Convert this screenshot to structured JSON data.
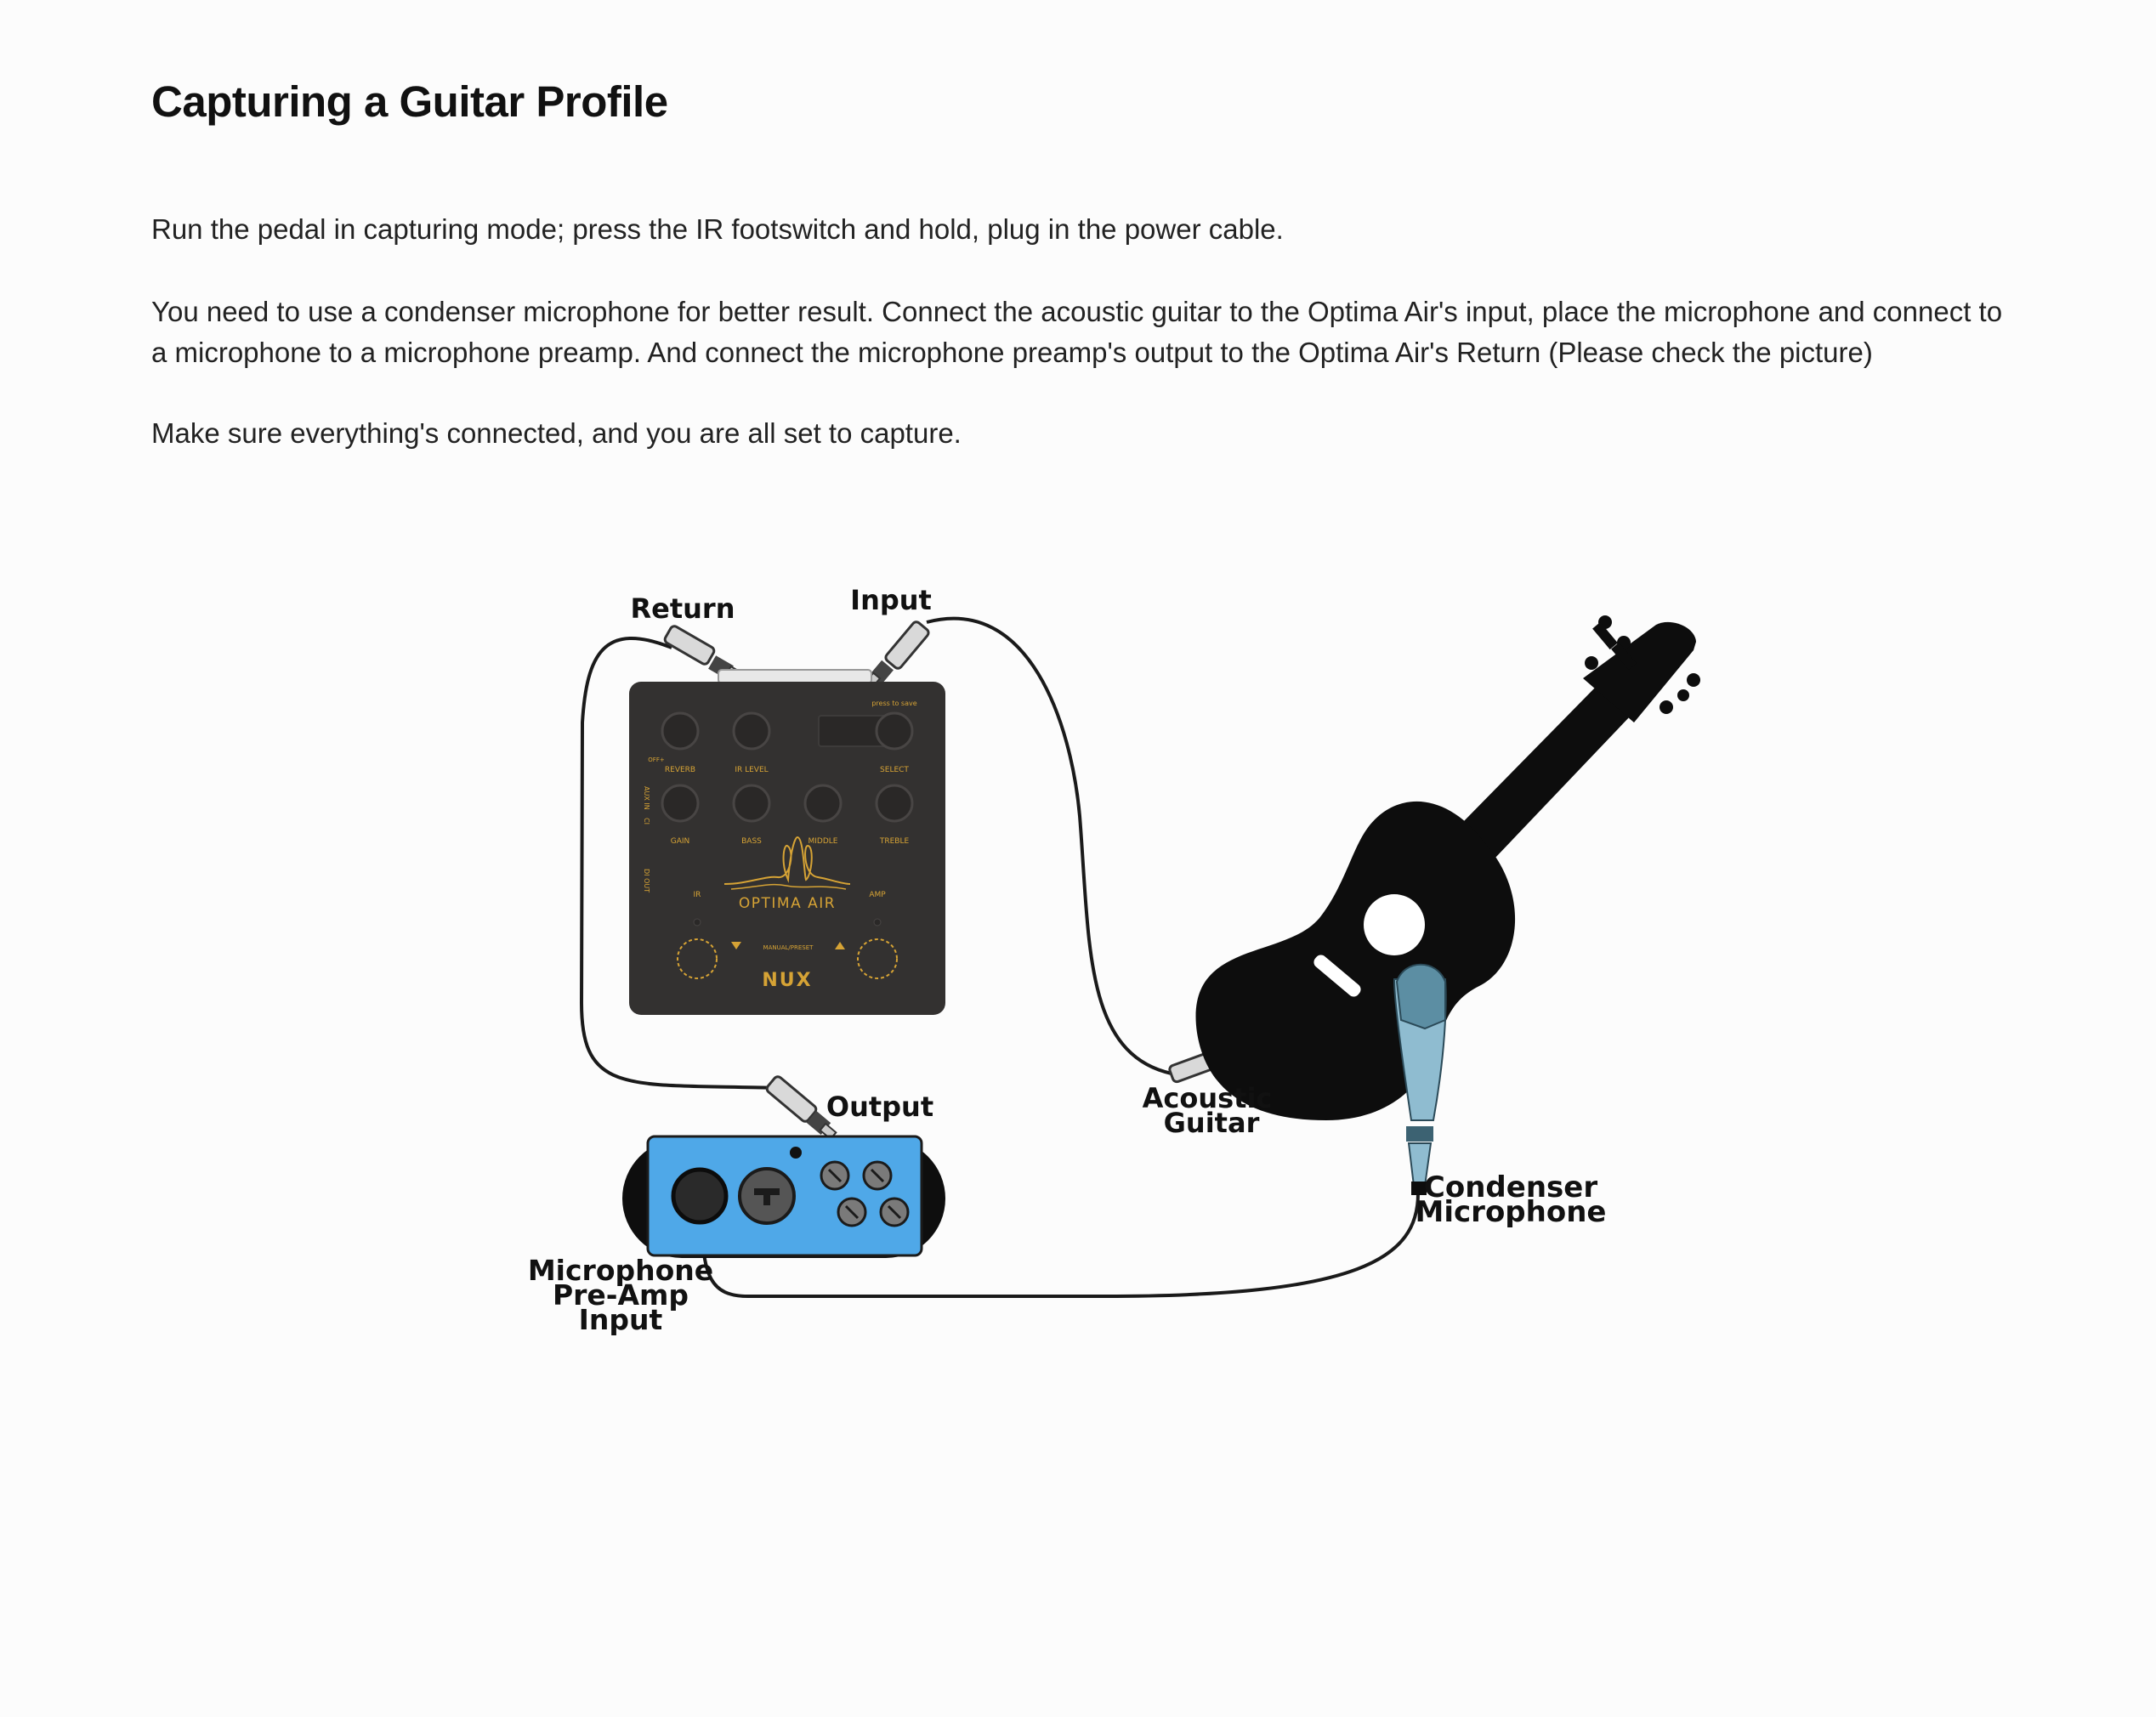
{
  "page": {
    "title": "Capturing a Guitar Profile",
    "paragraphs": [
      "Run the pedal in capturing mode; press the IR footswitch and hold, plug in the power cable.",
      "You need to use a condenser microphone for better result. Connect the acoustic guitar to the Optima Air's input, place the microphone and connect to a microphone to a microphone preamp. And connect the microphone preamp's output to the Optima Air's Return (Please check the picture)",
      "Make sure everything's connected, and you are all set to capture."
    ]
  },
  "diagram": {
    "labels": {
      "return": "Return",
      "input": "Input",
      "output": "Output",
      "acoustic_guitar": [
        "Acoustic",
        "Guitar"
      ],
      "condenser_microphone": [
        "Condenser",
        "Microphone"
      ],
      "preamp_input": [
        "Microphone",
        "Pre-Amp",
        "Input"
      ]
    },
    "pedal": {
      "brand": "NUX",
      "model": "OPTIMA AIR",
      "knob_labels_row1": [
        "REVERB",
        "IR LEVEL",
        "SELECT"
      ],
      "knob_labels_row2": [
        "GAIN",
        "BASS",
        "MIDDLE",
        "TREBLE"
      ],
      "side_labels": [
        "IR",
        "AMP"
      ],
      "footswitch_label": "MANUAL/PRESET",
      "save_hint": "press to save",
      "edge_labels": [
        "AUX IN",
        "CI",
        "DI OUT",
        "OFF+"
      ]
    },
    "colors": {
      "pedal_body": "#333130",
      "pedal_text": "#d6a335",
      "preamp_body": "#4fa8e8",
      "mic_body": "#8fbcd0",
      "cable": "#1a1a1a"
    }
  }
}
